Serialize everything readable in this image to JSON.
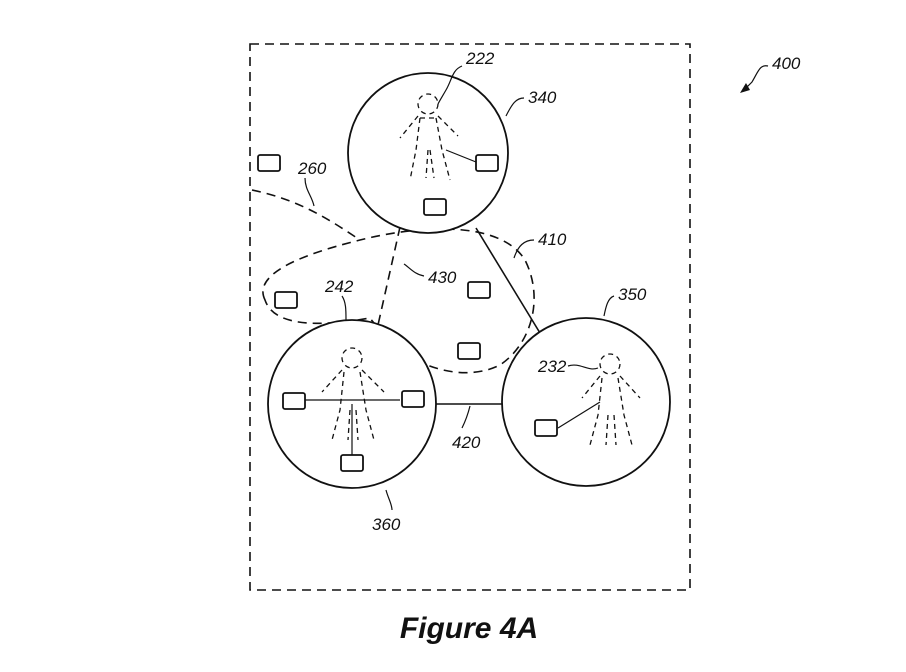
{
  "figure": {
    "caption": "Figure 4A",
    "labels": {
      "system": "400",
      "cell_top": "340",
      "cell_right": "350",
      "cell_left": "360",
      "person_top": "222",
      "person_right": "232",
      "person_left": "242",
      "region": "260",
      "link_top_right": "410",
      "link_left_right": "420",
      "link_top_left": "430"
    }
  }
}
